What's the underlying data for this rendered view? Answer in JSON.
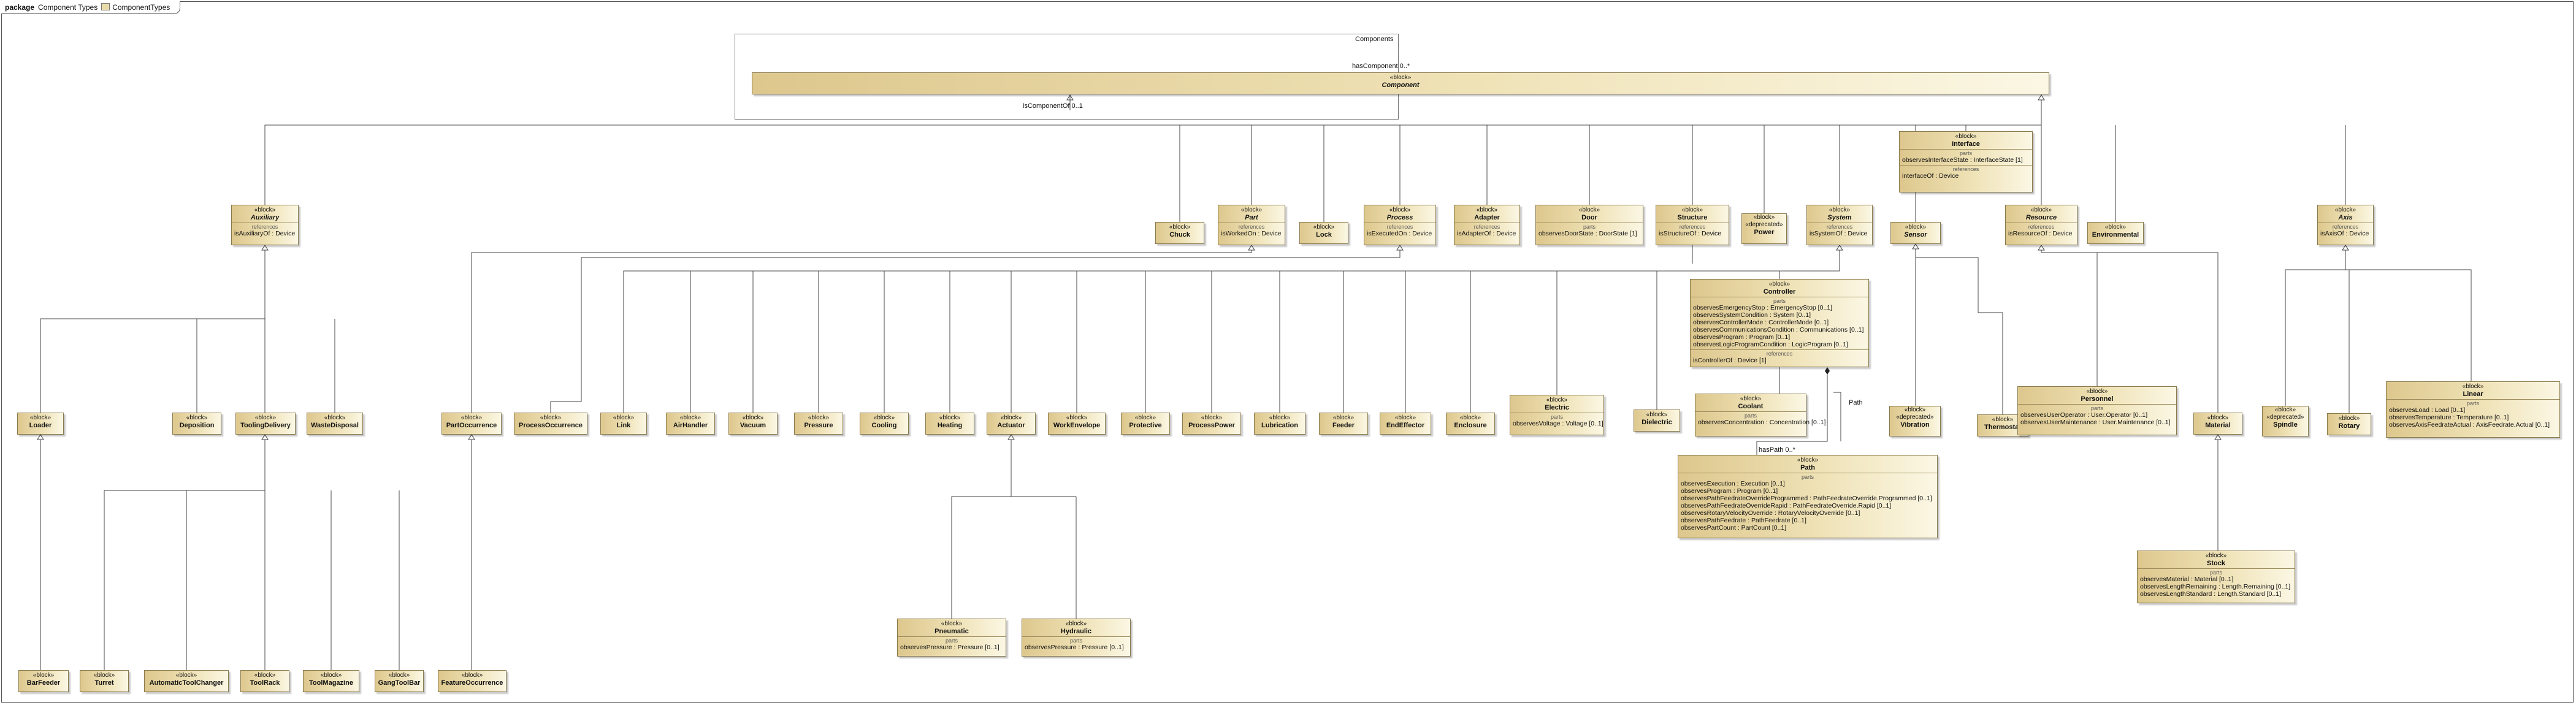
{
  "package": {
    "keyword": "package",
    "name": "Component Types",
    "diagram_name": "ComponentTypes"
  },
  "labels": {
    "components_box": "Components",
    "has_component": "hasComponent 0..*",
    "is_component_of": "isComponentOf 0..1",
    "has_path": "hasPath 0..*",
    "path": "Path"
  },
  "stereo": {
    "block": "«block»",
    "deprecated": "«deprecated»",
    "parts": "parts",
    "references": "references"
  },
  "classes": {
    "component": {
      "name": "Component"
    },
    "interface": {
      "name": "Interface",
      "parts": [
        "observesInterfaceState : InterfaceState [1]"
      ],
      "refs": [
        "interfaceOf : Device"
      ]
    },
    "auxiliary": {
      "name": "Auxiliary",
      "refs": [
        "isAuxiliaryOf : Device"
      ]
    },
    "chuck": {
      "name": "Chuck"
    },
    "part": {
      "name": "Part",
      "refs": [
        "isWorkedOn : Device"
      ]
    },
    "lock": {
      "name": "Lock"
    },
    "process": {
      "name": "Process",
      "refs": [
        "isExecutedOn : Device"
      ]
    },
    "adapter": {
      "name": "Adapter",
      "refs": [
        "isAdapterOf : Device"
      ]
    },
    "door": {
      "name": "Door",
      "parts": [
        "observesDoorState : DoorState [1]"
      ]
    },
    "structure": {
      "name": "Structure",
      "refs": [
        "isStructureOf : Device"
      ]
    },
    "power": {
      "name": "Power"
    },
    "system": {
      "name": "System",
      "refs": [
        "isSystemOf : Device"
      ]
    },
    "sensor": {
      "name": "Sensor"
    },
    "resource": {
      "name": "Resource",
      "refs": [
        "isResourceOf : Device"
      ]
    },
    "environmental": {
      "name": "Environmental"
    },
    "axis": {
      "name": "Axis",
      "refs": [
        "isAxisOf : Device"
      ]
    },
    "controller": {
      "name": "Controller",
      "parts": [
        "observesEmergencyStop : EmergencyStop [0..1]",
        "observesSystemCondition : System [0..1]",
        "observesControllerMode : ControllerMode [0..1]",
        "observesCommunicationsCondition : Communications [0..1]",
        "observesProgram : Program [0..1]",
        "observesLogicProgramCondition : LogicProgram [0..1]"
      ],
      "refs": [
        "isControllerOf : Device [1]"
      ]
    },
    "coolant": {
      "name": "Coolant",
      "parts": [
        "observesConcentration : Concentration [0..1]"
      ]
    },
    "electric": {
      "name": "Electric",
      "parts": [
        "observesVoltage : Voltage [0..1]"
      ]
    },
    "dielectric": {
      "name": "Dielectric"
    },
    "vibration": {
      "name": "Vibration"
    },
    "thermostat": {
      "name": "Thermostat"
    },
    "personnel": {
      "name": "Personnel",
      "parts": [
        "observesUserOperator : User.Operator [0..1]",
        "observesUserMaintenance : User.Maintenance [0..1]"
      ]
    },
    "material": {
      "name": "Material"
    },
    "spindle": {
      "name": "Spindle"
    },
    "rotary": {
      "name": "Rotary"
    },
    "linear": {
      "name": "Linear",
      "parts": [
        "observesLoad : Load [0..1]",
        "observesTemperature : Temperature [0..1]",
        "observesAxisFeedrateActual : AxisFeedrate.Actual [0..1]"
      ]
    },
    "loader": {
      "name": "Loader"
    },
    "deposition": {
      "name": "Deposition"
    },
    "toolingdelivery": {
      "name": "ToolingDelivery"
    },
    "wastedisposal": {
      "name": "WasteDisposal"
    },
    "partoccurrence": {
      "name": "PartOccurrence"
    },
    "processoccurrence": {
      "name": "ProcessOccurrence"
    },
    "link": {
      "name": "Link"
    },
    "airhandler": {
      "name": "AirHandler"
    },
    "vacuum": {
      "name": "Vacuum"
    },
    "pressure": {
      "name": "Pressure"
    },
    "cooling": {
      "name": "Cooling"
    },
    "heating": {
      "name": "Heating"
    },
    "actuator": {
      "name": "Actuator"
    },
    "workenvelope": {
      "name": "WorkEnvelope"
    },
    "protective": {
      "name": "Protective"
    },
    "processpower": {
      "name": "ProcessPower"
    },
    "lubrication": {
      "name": "Lubrication"
    },
    "feeder": {
      "name": "Feeder"
    },
    "endeffector": {
      "name": "EndEffector"
    },
    "enclosure": {
      "name": "Enclosure"
    },
    "path": {
      "name": "Path",
      "parts": [
        "observesExecution : Execution [0..1]",
        "observesProgram : Program [0..1]",
        "observesPathFeedrateOverrideProgrammed : PathFeedrateOverride.Programmed [0..1]",
        "observesPathFeedrateOverrideRapid : PathFeedrateOverride.Rapid [0..1]",
        "observesRotaryVelocityOverride : RotaryVelocityOverride [0..1]",
        "observesPathFeedrate : PathFeedrate [0..1]",
        "observesPartCount : PartCount [0..1]"
      ]
    },
    "stock": {
      "name": "Stock",
      "parts": [
        "observesMaterial : Material [0..1]",
        "observesLengthRemaining : Length.Remaining [0..1]",
        "observesLengthStandard : Length.Standard [0..1]"
      ]
    },
    "pneumatic": {
      "name": "Pneumatic",
      "parts": [
        "observesPressure : Pressure [0..1]"
      ]
    },
    "hydraulic": {
      "name": "Hydraulic",
      "parts": [
        "observesPressure : Pressure [0..1]"
      ]
    },
    "barfeeder": {
      "name": "BarFeeder"
    },
    "turret": {
      "name": "Turret"
    },
    "automatictoolchanger": {
      "name": "AutomaticToolChanger"
    },
    "toolrack": {
      "name": "ToolRack"
    },
    "toolmagazine": {
      "name": "ToolMagazine"
    },
    "gangtoolbar": {
      "name": "GangToolBar"
    },
    "featureoccurrence": {
      "name": "FeatureOccurrence"
    }
  }
}
